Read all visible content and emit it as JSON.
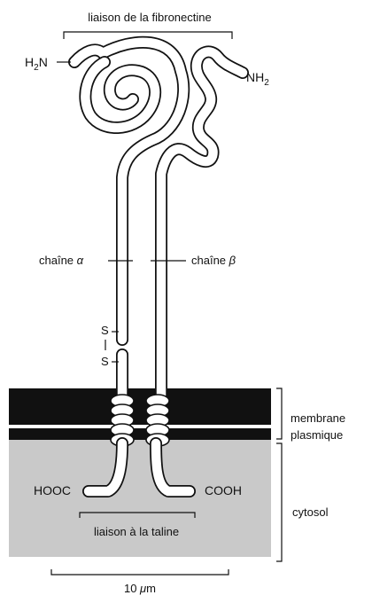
{
  "labels": {
    "fibronectin_binding": "liaison de la fibronectine",
    "h2n_prefix": "H",
    "h2n_sub": "2",
    "h2n_suffix": "N",
    "nh2_prefix": "NH",
    "nh2_sub": "2",
    "alpha_chain_text": "chaîne ",
    "alpha_symbol": "α",
    "beta_chain_text": "chaîne ",
    "beta_symbol": "β",
    "s_top": "S",
    "s_bottom": "S",
    "membrane_line1": "membrane",
    "membrane_line2": "plasmique",
    "cytosol": "cytosol",
    "hooc": "HOOC",
    "cooh": "COOH",
    "talin_binding": "liaison à la taline",
    "scale_prefix": "10 ",
    "scale_mu": "μ",
    "scale_unit": "m"
  },
  "colors": {
    "membrane": "#111111",
    "cytosol": "#c9c9c9",
    "chain_fill": "#ffffff",
    "chain_outline": "#111111"
  }
}
